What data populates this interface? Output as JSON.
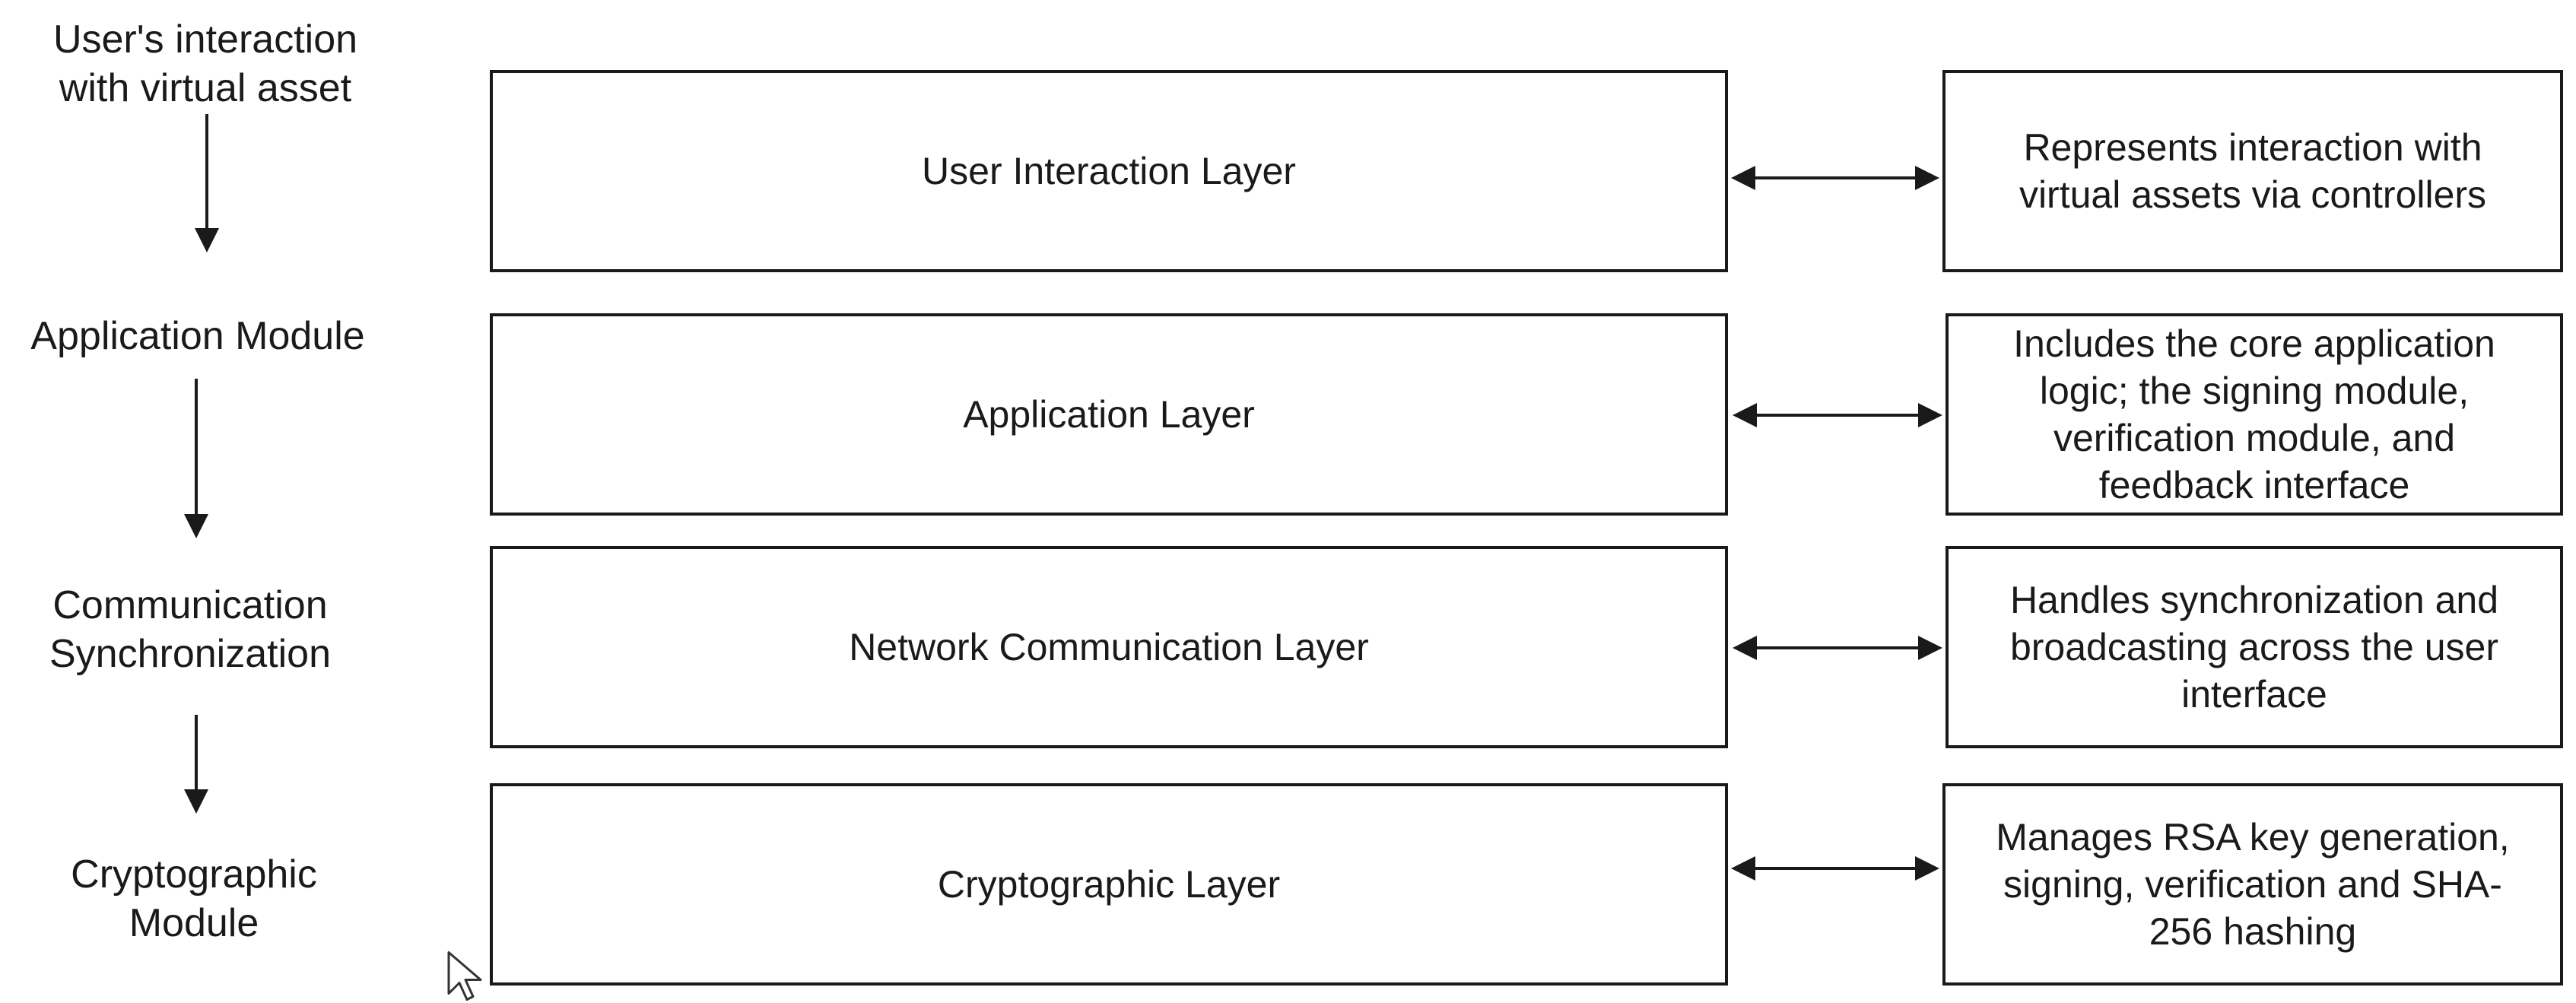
{
  "left_steps": [
    {
      "label": "User's interaction\nwith  virtual asset"
    },
    {
      "label": "Application Module"
    },
    {
      "label": "Communication\nSynchronization"
    },
    {
      "label": "Cryptographic\nModule"
    }
  ],
  "layers": [
    {
      "label": "User Interaction Layer"
    },
    {
      "label": "Application Layer"
    },
    {
      "label": "Network Communication Layer"
    },
    {
      "label": "Cryptographic Layer"
    }
  ],
  "descriptions": [
    {
      "text": "Represents interaction with\nvirtual assets via controllers"
    },
    {
      "text": "Includes the core application\nlogic; the signing module,\nverification module, and\nfeedback interface"
    },
    {
      "text": "Handles synchronization and\nbroadcasting across the user\ninterface"
    },
    {
      "text": "Manages RSA key generation,\nsigning, verification and SHA-\n256 hashing"
    }
  ],
  "colors": {
    "stroke": "#1a1a1a",
    "background": "#ffffff"
  },
  "icons": {
    "cursor": "mouse-pointer-icon"
  }
}
